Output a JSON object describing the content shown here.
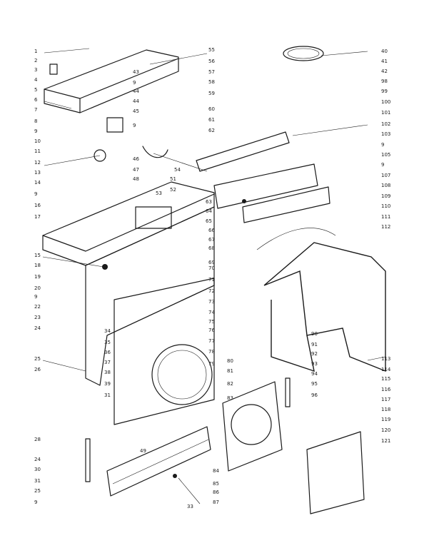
{
  "callouts_left": [
    "1",
    "2",
    "3",
    "4",
    "5",
    "6",
    "7",
    "8",
    "9",
    "10",
    "11",
    "12",
    "13",
    "14",
    "9",
    "16",
    "17",
    "15",
    "18",
    "19",
    "20",
    "9",
    "22",
    "23",
    "24",
    "25",
    "26",
    "28",
    "24",
    "30",
    "31",
    "25",
    "9"
  ],
  "callouts_mid": [
    "55",
    "56",
    "57",
    "58",
    "59",
    "60",
    "61",
    "62",
    "43",
    "9",
    "44",
    "44",
    "45",
    "9",
    "46",
    "47",
    "48",
    "51",
    "52",
    "53",
    "54",
    "63",
    "64",
    "65",
    "66",
    "67",
    "68",
    "69",
    "70",
    "71",
    "72",
    "73",
    "74",
    "75",
    "76",
    "77",
    "78",
    "79",
    "80",
    "81",
    "82",
    "83",
    "84",
    "85",
    "86",
    "87",
    "33",
    "34",
    "35",
    "36",
    "37",
    "38",
    "39",
    "31",
    "49"
  ],
  "callouts_right": [
    "40",
    "41",
    "42",
    "98",
    "99",
    "100",
    "101",
    "102",
    "103",
    "9",
    "105",
    "9",
    "107",
    "108",
    "109",
    "110",
    "111",
    "112",
    "90",
    "91",
    "92",
    "93",
    "94",
    "95",
    "96",
    "113",
    "114",
    "115",
    "116",
    "117",
    "118",
    "119",
    "120",
    "121"
  ]
}
